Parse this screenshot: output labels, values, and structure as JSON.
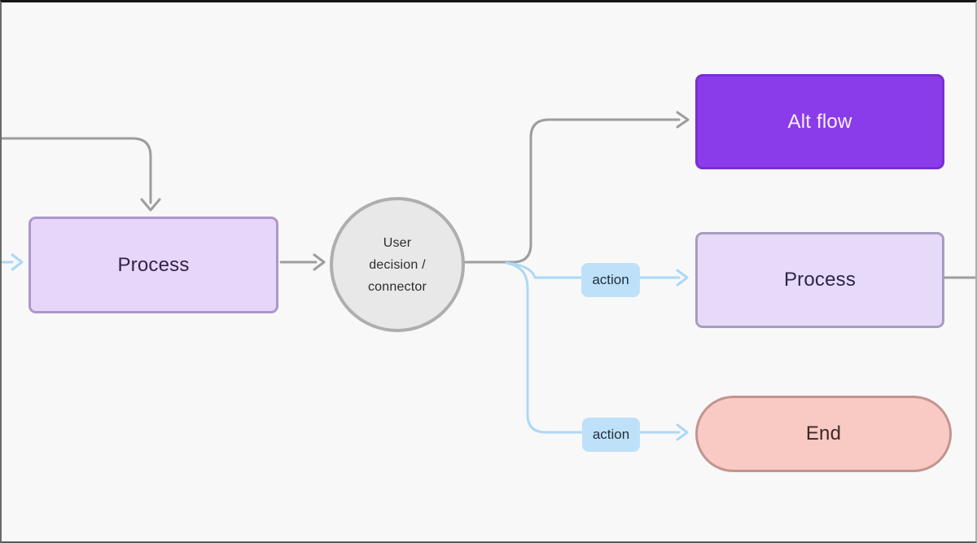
{
  "canvas": {
    "background": "#f8f8f9",
    "frame_top_color": "#161616"
  },
  "nodes": {
    "process_left": {
      "label": "Process",
      "fill": "#e7d6f9",
      "border": "#ac97cc",
      "text_color": "#302447"
    },
    "decision_circle": {
      "label": "User decision / connector",
      "fill": "#e8e8e8",
      "border": "#aeaeae",
      "text_color": "#2c2c2c"
    },
    "alt_flow": {
      "label": "Alt flow",
      "fill": "#8b3cea",
      "border": "#7a2ed2",
      "text_color": "#f7f1fd"
    },
    "process_right": {
      "label": "Process",
      "fill": "#e7daf8",
      "border": "#a89cc0",
      "text_color": "#302447"
    },
    "end": {
      "label": "End",
      "fill": "#f9c9c3",
      "border": "#c29490",
      "text_color": "#3c2826"
    }
  },
  "edge_labels": {
    "action_top": {
      "label": "action",
      "fill": "#bee1f9",
      "text_color": "#22303f"
    },
    "action_bottom": {
      "label": "action",
      "fill": "#bee1f9",
      "text_color": "#22303f"
    }
  },
  "connectors": {
    "gray_color": "#9d9d9d",
    "blue_color": "#acd8f4"
  }
}
